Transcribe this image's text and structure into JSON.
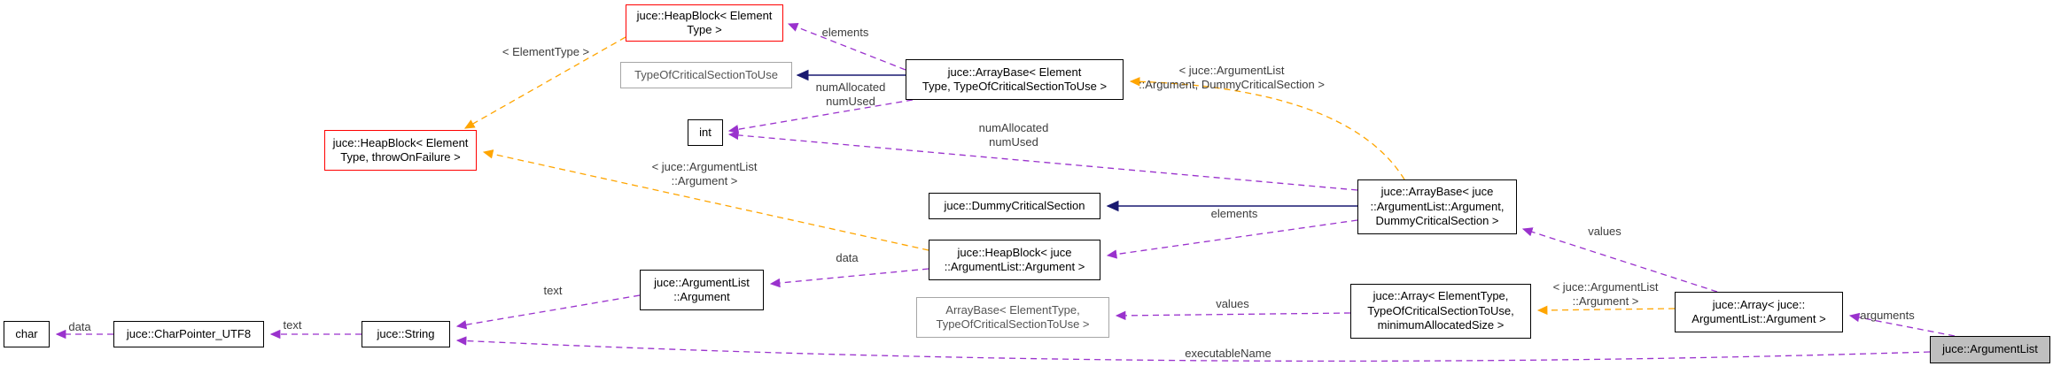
{
  "diagram": {
    "type": "doxygen-collaboration-graph",
    "focus_node": "juce::ArgumentList",
    "colors": {
      "usage_edge": "#9a32cd",
      "template_edge": "#ffa500",
      "inheritance_edge": "#191970",
      "truncated_node_border": "#ff0000",
      "undocumented_node_border": "#a6a6a6",
      "selected_node_fill": "#bfbfbf"
    },
    "nodes": {
      "heapblock_element_type": {
        "label": "juce::HeapBlock< Element\nType >",
        "style": "truncated"
      },
      "type_of_critical_section_to_use": {
        "label": "TypeOfCriticalSectionToUse",
        "style": "undocumented"
      },
      "arraybase_element_type": {
        "label": "juce::ArrayBase< Element\nType, TypeOfCriticalSectionToUse >",
        "style": "normal"
      },
      "int": {
        "label": "int",
        "style": "normal"
      },
      "heapblock_throw_on_failure": {
        "label": "juce::HeapBlock< Element\nType, throwOnFailure >",
        "style": "truncated"
      },
      "dummy_critical_section": {
        "label": "juce::DummyCriticalSection",
        "style": "normal"
      },
      "arraybase_argument": {
        "label": "juce::ArrayBase< juce\n::ArgumentList::Argument,\nDummyCriticalSection >",
        "style": "normal"
      },
      "heapblock_argument": {
        "label": "juce::HeapBlock< juce\n::ArgumentList::Argument >",
        "style": "normal"
      },
      "argumentlist_argument": {
        "label": "juce::ArgumentList\n::Argument",
        "style": "normal"
      },
      "arraybase_elementtype": {
        "label": "ArrayBase< ElementType,\nTypeOfCriticalSectionToUse >",
        "style": "undocumented"
      },
      "array_elementtype": {
        "label": "juce::Array< ElementType,\nTypeOfCriticalSectionToUse,\nminimumAllocatedSize >",
        "style": "normal"
      },
      "array_argument": {
        "label": "juce::Array< juce::\nArgumentList::Argument >",
        "style": "normal"
      },
      "char": {
        "label": "char",
        "style": "normal"
      },
      "charpointer_utf8": {
        "label": "juce::CharPointer_UTF8",
        "style": "normal"
      },
      "string": {
        "label": "juce::String",
        "style": "normal"
      },
      "argumentlist": {
        "label": "juce::ArgumentList",
        "style": "selected"
      }
    },
    "edges": {
      "elements_top": {
        "from": "arraybase_element_type",
        "to": "heapblock_element_type",
        "kind": "usage",
        "label": "elements"
      },
      "template_elementtype": {
        "from": "heapblock_element_type",
        "to": "heapblock_throw_on_failure",
        "kind": "template-instance",
        "label": "< ElementType >"
      },
      "inherit_tocstu": {
        "from": "arraybase_element_type",
        "to": "type_of_critical_section_to_use",
        "kind": "inheritance",
        "label": ""
      },
      "num_allocated_left": {
        "from": "arraybase_element_type",
        "to": "int",
        "kind": "usage",
        "label": "numAllocated\nnumUsed"
      },
      "num_allocated_right": {
        "from": "arraybase_argument",
        "to": "int",
        "kind": "usage",
        "label": "numAllocated\nnumUsed"
      },
      "template_argument_dummy": {
        "from": "arraybase_argument",
        "to": "arraybase_element_type",
        "kind": "template-instance",
        "label": "< juce::ArgumentList\n::Argument, DummyCriticalSection >"
      },
      "inherit_dummycs": {
        "from": "arraybase_argument",
        "to": "dummy_critical_section",
        "kind": "inheritance",
        "label": ""
      },
      "elements_mid": {
        "from": "arraybase_argument",
        "to": "heapblock_argument",
        "kind": "usage",
        "label": "elements"
      },
      "values_right": {
        "from": "array_argument",
        "to": "arraybase_argument",
        "kind": "usage",
        "label": "values"
      },
      "template_argument_left": {
        "from": "heapblock_argument",
        "to": "heapblock_throw_on_failure",
        "kind": "template-instance",
        "label": "< juce::ArgumentList\n::Argument >"
      },
      "data_mid": {
        "from": "heapblock_argument",
        "to": "argumentlist_argument",
        "kind": "usage",
        "label": "data"
      },
      "text_mid": {
        "from": "argumentlist_argument",
        "to": "string",
        "kind": "usage",
        "label": "text"
      },
      "values_bottom": {
        "from": "array_elementtype",
        "to": "arraybase_elementtype",
        "kind": "usage",
        "label": "values"
      },
      "template_argument_right": {
        "from": "array_argument",
        "to": "array_elementtype",
        "kind": "template-instance",
        "label": "< juce::ArgumentList\n::Argument >"
      },
      "arguments": {
        "from": "argumentlist",
        "to": "array_argument",
        "kind": "usage",
        "label": "arguments"
      },
      "data_bottom": {
        "from": "charpointer_utf8",
        "to": "char",
        "kind": "usage",
        "label": "data"
      },
      "text_bottom": {
        "from": "string",
        "to": "charpointer_utf8",
        "kind": "usage",
        "label": "text"
      },
      "executable_name": {
        "from": "argumentlist",
        "to": "string",
        "kind": "usage",
        "label": "executableName"
      }
    }
  }
}
